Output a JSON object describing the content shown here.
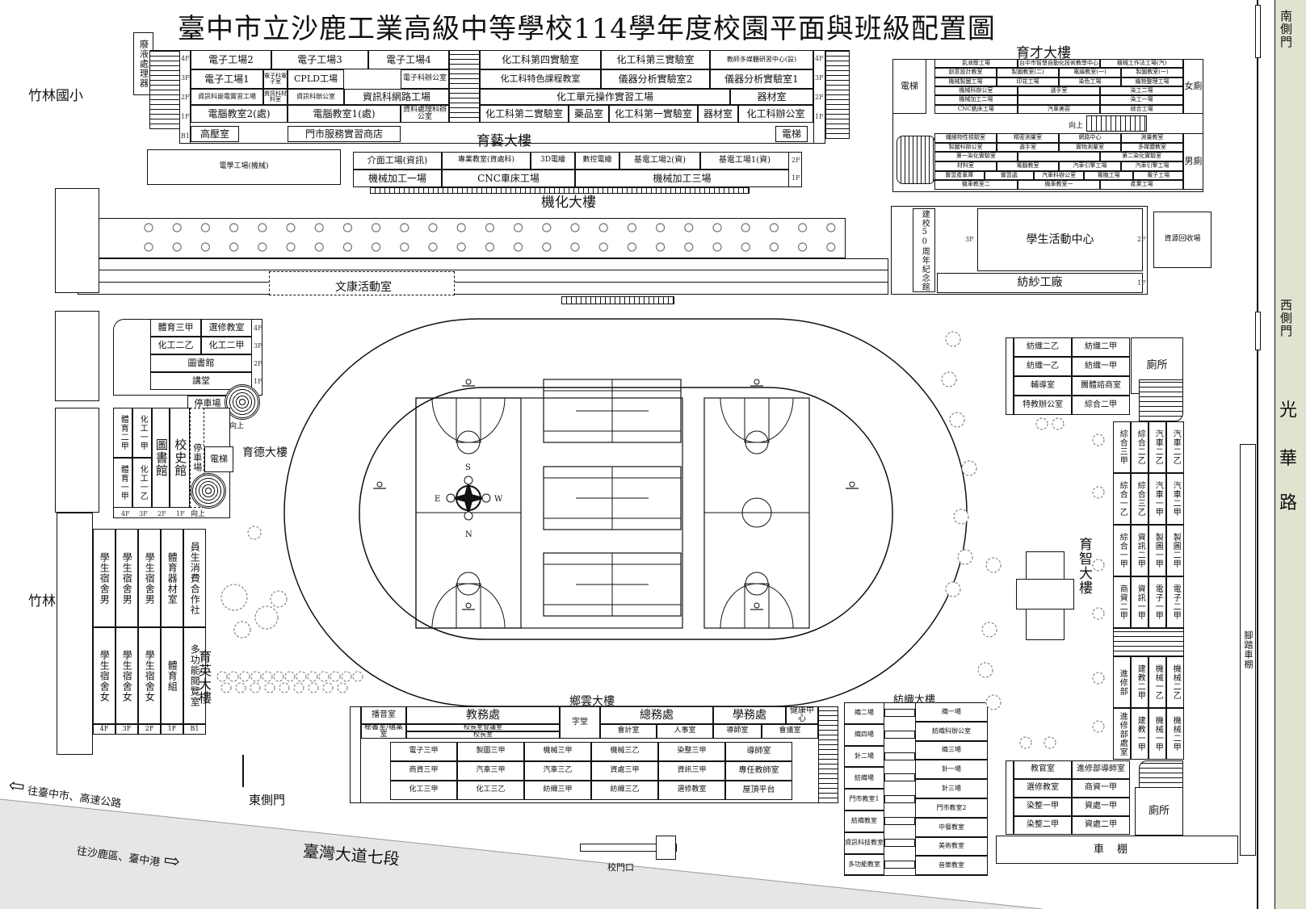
{
  "title": "臺中市立沙鹿工業高級中等學校114學年度校園平面與班級配置圖",
  "neighbors": {
    "top": "竹林國小",
    "mid": "竹林國小"
  },
  "road": {
    "main": "臺灣大道七段",
    "side_chars": [
      "光",
      "華",
      "路"
    ],
    "to_taichung": "往臺中市、高速公路",
    "to_shalu": "往沙鹿區、臺中港",
    "lane": "腳踏車棚"
  },
  "gates": {
    "south": "南側門",
    "west": "西側門",
    "east": "東側門",
    "main": "校門口"
  },
  "yuyi": {
    "name": "育藝大樓",
    "waste": "廢液處理器",
    "r1": [
      "電子工場2",
      "電子工場3",
      "電子工場4",
      "化工科第四實驗室",
      "化工科第三實驗室",
      "教師多媒體研習中心(設)"
    ],
    "r2": [
      "電子工場1",
      "電子科電子室",
      "CPLD工場",
      "電子科辦公室",
      "化工科特色課程教室",
      "儀器分析實驗室2",
      "儀器分析實驗室1"
    ],
    "r3": [
      "資訊科嵌電實習工場",
      "資訊科材料室",
      "資訊科辦公室",
      "化工單元操作實習工場",
      "器材室"
    ],
    "r4": [
      "電腦教室2(處)",
      "電腦教室1(處)",
      "資料處理科辦公室",
      "化工科第二實驗室",
      "藥品室",
      "化工科第一實驗室",
      "器材室",
      "化工科辦公室"
    ],
    "r3b": "資訊科網路工場",
    "b1": [
      "高壓室",
      "門市服務實習商店",
      "電梯"
    ]
  },
  "jihua": {
    "name": "機化大樓",
    "r1": [
      "介面工場(資訊)",
      "專業教室(資處科)",
      "3D電繪",
      "數控電繪",
      "基電工場2(資)",
      "基電工場1(資)"
    ],
    "r2": [
      "機械加工一場",
      "CNC車床工場",
      "機械加工三場"
    ],
    "side": "電學工場(機械)"
  },
  "yucai": {
    "name": "育才大樓",
    "elevator": "電梯",
    "restroom_f": "女廁",
    "restroom_m": "男廁",
    "r1": [
      "氣液壓工場",
      "台中市智慧自動化技術教學中心",
      "機械工作法工場(汽)"
    ],
    "r2": [
      "創意設計教室",
      "製圖教室(二)",
      "電繪教室(一)",
      "製圖教室(一)"
    ],
    "r3": [
      "機械製圖工場",
      "印花工場",
      "染色工場",
      "織物整理工場"
    ],
    "r4": [
      "機械科辦公室",
      "選手室",
      "染工二場"
    ],
    "r5": [
      "機械加工二場",
      "",
      "染工一場"
    ],
    "r6": [
      "CNC銑床工場",
      "汽車美容",
      "綜合工場"
    ],
    "up": "向上",
    "r7": [
      "纖維物性檢驗室",
      "精密測量室",
      "網路中心",
      "測量教室"
    ],
    "r8": [
      "製圖科辦公室",
      "選手室",
      "實物測量室",
      "多媒體教室"
    ],
    "r9": [
      "第一染化實驗室",
      "",
      "第二染化實驗室"
    ],
    "r10": [
      "材料室",
      "電腦教室",
      "汽車引擎工場",
      "汽車引擎工場"
    ],
    "r11": [
      "實習產車庫",
      "實習處",
      "汽車科辦公室",
      "電機工場",
      "電子工場"
    ],
    "r12": [
      "機車教室二",
      "機車教室一",
      "產業工場"
    ]
  },
  "activity": {
    "memorial": "建校50周年紀念館",
    "center": "學生活動中心",
    "textile": "紡紗工廠",
    "recycle": "資源回收場",
    "f3": "3F",
    "f2": "2F",
    "f1": "1F"
  },
  "wenkang": "文康活動室",
  "yude": {
    "name": "育德大樓",
    "rows": [
      [
        "體育三甲",
        "選修教室"
      ],
      [
        "化工二乙",
        "化工二甲"
      ],
      [
        "圖書館"
      ],
      [
        "講堂"
      ]
    ],
    "parking": "停車場",
    "cols": [
      "體育二甲",
      "化工一甲",
      "圖書館",
      "校史館"
    ],
    "cols2": [
      "體育一甲",
      "化工一乙"
    ],
    "park2": "停車場",
    "elev": "電梯",
    "up": "向上"
  },
  "yuying": {
    "name": "育英大樓",
    "dorm": [
      "學生宿舍男",
      "學生宿舍男",
      "學生宿舍男",
      "體育器材室",
      "員生消費合作社"
    ],
    "dorm2": [
      "學生宿舍女",
      "學生宿舍女",
      "學生宿舍女",
      "體育組",
      "多功能閱覽室"
    ],
    "floors": [
      "4F",
      "3F",
      "2F",
      "1F",
      "B1"
    ]
  },
  "xiangyun": {
    "name": "鄉雲大樓",
    "r1": [
      "播音室",
      "教務處",
      "字堂",
      "總務處",
      "學務處",
      "健康中心"
    ],
    "r2": [
      "秘書室/檔案室",
      "校長室會議室",
      "校長室",
      "會計室",
      "人事室",
      "導師室",
      "會議室"
    ],
    "r3": [
      "電子三甲",
      "製圖三甲",
      "機械三甲",
      "機械三乙",
      "染整三甲",
      "導師室"
    ],
    "r4": [
      "商資三甲",
      "汽車三甲",
      "汽車三乙",
      "資處三甲",
      "資訊三甲",
      "專任教師室"
    ],
    "r5": [
      "化工三甲",
      "化工三乙",
      "紡織三甲",
      "紡織三乙",
      "選修教室",
      "屋頂平台"
    ]
  },
  "fangzhi": {
    "name": "紡織大樓",
    "left": [
      "織二場",
      "織四場",
      "針二場",
      "紡織場",
      "門市教室1",
      "紡織教室",
      "資訊科技教室",
      "多功能教室"
    ],
    "right": [
      "織一場",
      "紡織科辦公室",
      "織三場",
      "針一場",
      "針三場",
      "門市教室2",
      "中餐教室",
      "美術教室",
      "音樂教室"
    ]
  },
  "yuzhi": {
    "name": "育智大樓",
    "top": [
      [
        "紡織二乙",
        "紡織二甲"
      ],
      [
        "紡織一乙",
        "紡織一甲"
      ],
      [
        "輔導室",
        "團體諮商室"
      ],
      [
        "特教辦公室",
        "綜合二甲"
      ]
    ],
    "toilet": "廁所",
    "grid": [
      [
        "綜合三甲",
        "綜合二乙",
        "汽車二乙",
        "汽車二乙"
      ],
      [
        "綜合一乙",
        "綜合三乙",
        "汽車一甲",
        "汽車二甲"
      ],
      [
        "綜合一甲",
        "資訊二甲",
        "製圖一甲",
        "製圖二甲"
      ],
      [
        "商資二甲",
        "資訊一甲",
        "電子一甲",
        "電子二甲"
      ]
    ],
    "grid2": [
      [
        "進修部",
        "建教二甲",
        "機械一乙",
        "機械二乙"
      ],
      [
        "進修部處室",
        "建教一甲",
        "機械一甲",
        "機械二甲"
      ]
    ],
    "bottom": [
      [
        "教官室",
        "進修部導師室"
      ],
      [
        "選修教室",
        "商資一甲"
      ],
      [
        "染整一甲",
        "資處一甲"
      ],
      [
        "染整二甲",
        "資處二甲"
      ]
    ],
    "toilet2": "廁所",
    "shed": "車棚"
  },
  "compass": {
    "s": "S",
    "n": "N",
    "e": "E",
    "w": "W"
  }
}
